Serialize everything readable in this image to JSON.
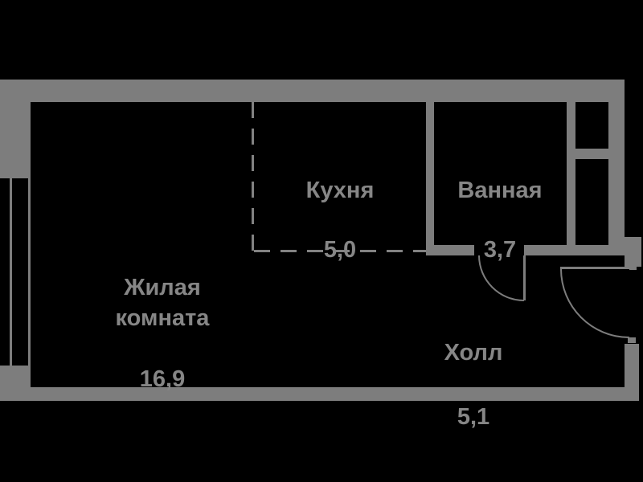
{
  "plan": {
    "type": "apartment-floorplan",
    "colors": {
      "background": "#000000",
      "walls": "#7d7d7d",
      "text": "#868686"
    },
    "rooms": {
      "living": {
        "name": "Жилая комната",
        "area": "16,9"
      },
      "kitchen": {
        "name": "Кухня",
        "area": "5,0"
      },
      "bath": {
        "name": "Ванная",
        "area": "3,7"
      },
      "hall": {
        "name": "Холл",
        "area": "5,1"
      }
    }
  }
}
